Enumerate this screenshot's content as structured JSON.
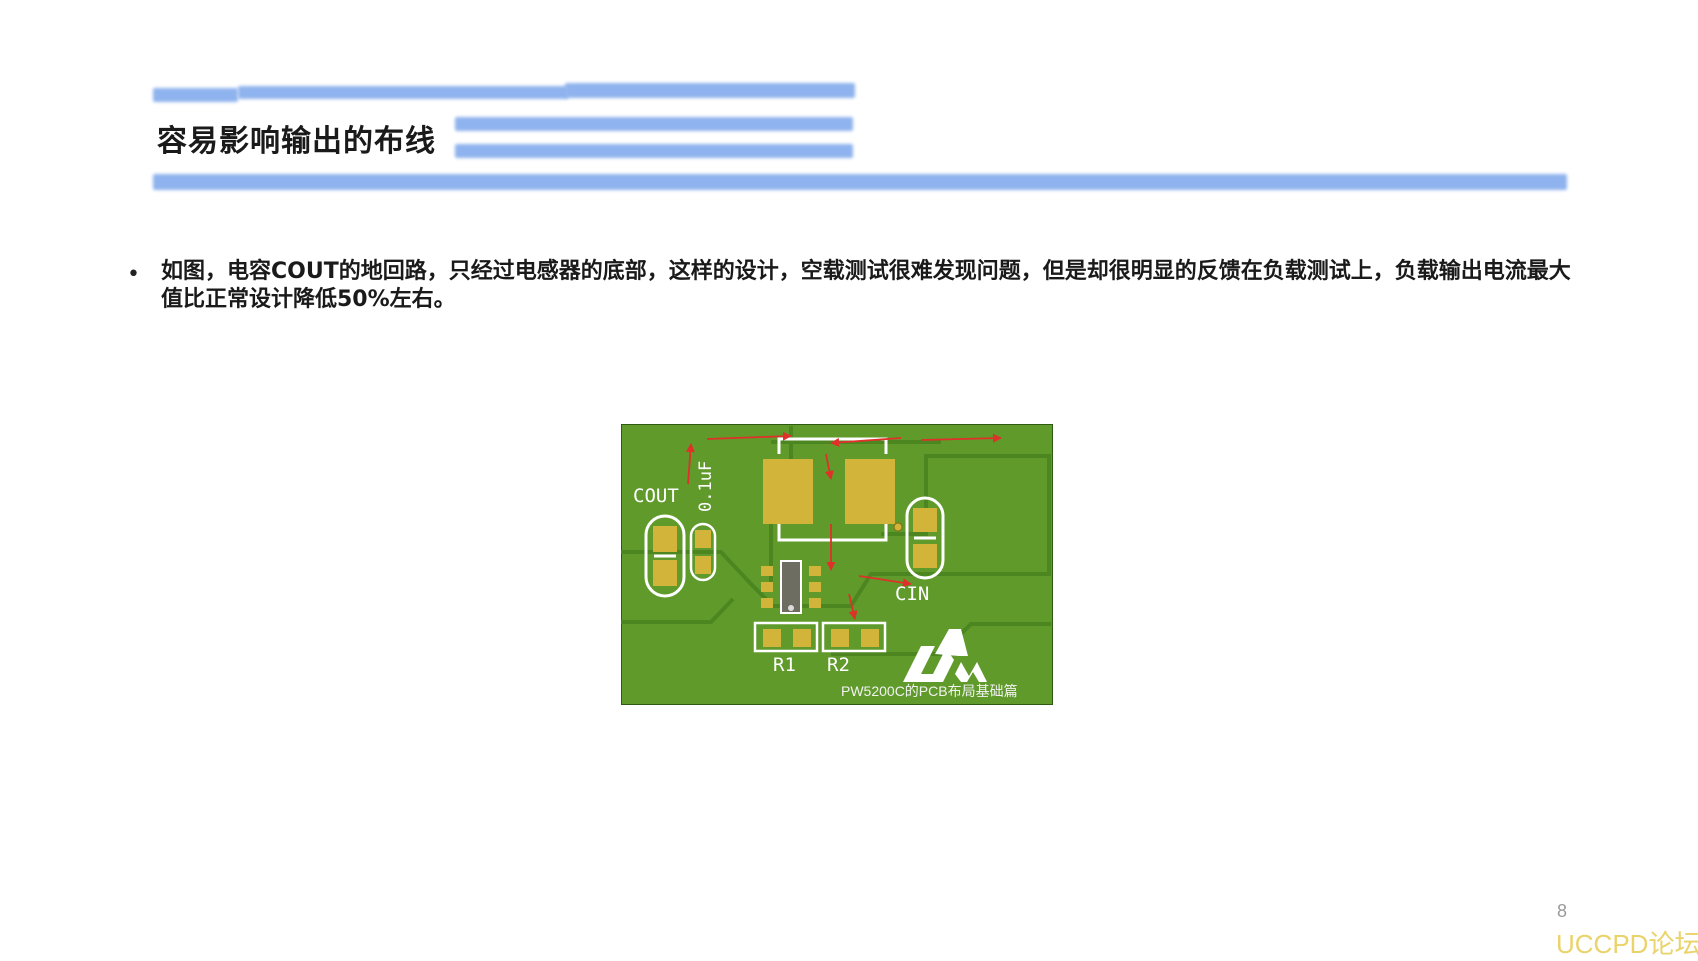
{
  "slide": {
    "title": "容易影响输出的布线",
    "bullet": "如图，电容COUT的地回路，只经过电感器的底部，这样的设计，空载测试很难发现问题，但是却很明显的反馈在负载测试上，负载输出电流最大值比正常设计降低50%左右。",
    "bullet_marker": "•",
    "page_number": "8"
  },
  "pcb_image": {
    "labels": {
      "cout": "COUT",
      "cap_value": "0.1uF",
      "cin": "CIN",
      "r1": "R1",
      "r2": "R2",
      "caption": "PW5200C的PCB布局基础篇"
    },
    "colors": {
      "board": "#5f9a2a",
      "trace": "#4f8a22",
      "pad": "#d2b43a",
      "silk": "#ffffff",
      "arrow": "#e0302a"
    }
  },
  "watermark": "UCCPD论坛",
  "accent_color": "#8fb3ee"
}
